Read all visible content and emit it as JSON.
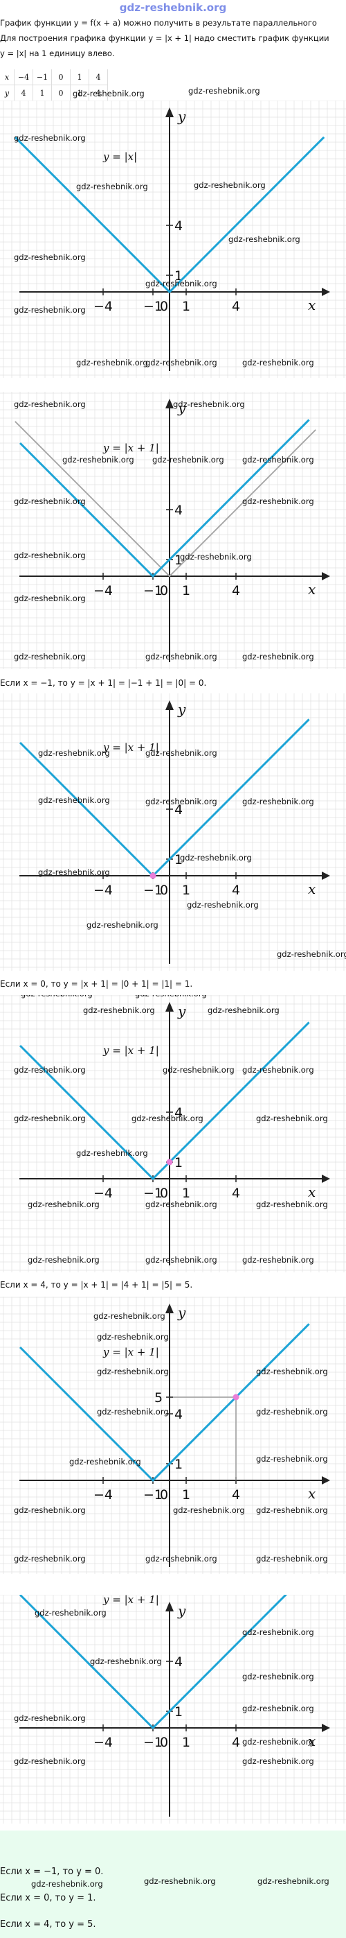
{
  "site": {
    "title": "gdz-reshebnik.org"
  },
  "intro": {
    "line1": "График функции y = f(x + a) можно получить в результате параллельного",
    "line2": "Для построения графика функции y = |x + 1| надо сместить график функции",
    "line3": "y = |x| на 1 единицу влево."
  },
  "table": {
    "row_x": [
      "x",
      "−4",
      "−1",
      "0",
      "1",
      "4"
    ],
    "row_y": [
      "y",
      "4",
      "1",
      "0",
      "1",
      "4"
    ]
  },
  "watermark": "gdz-reshebnik.org",
  "graphs": [
    {
      "func_label": "y = |x|"
    },
    {
      "func_label": "y = |x + 1|"
    },
    {
      "func_label": "y = |x + 1|"
    },
    {
      "func_label": "y = |x + 1|"
    },
    {
      "func_label": "y = |x + 1|"
    },
    {
      "func_label": "y = |x + 1|"
    }
  ],
  "axes": {
    "x_label": "x",
    "y_label": "y",
    "tick_neg4": "−4",
    "tick_neg1": "−1",
    "tick_0": "0",
    "tick_1": "1",
    "tick_4": "4",
    "ytick_1": "1",
    "ytick_4": "4",
    "ytick_5": "5"
  },
  "captions": {
    "c1": "Если x = −1, то y = |x + 1| = |−1 + 1| = |0| = 0.",
    "c2": "Если x = 0, то y = |x + 1| = |0 + 1| = |1| = 1.",
    "c3": "Если x = 4, то y = |x + 1| = |4 + 1| = |5| = 5."
  },
  "answer": {
    "a1": "Если x = −1, то y = 0.",
    "a2": "Если x = 0, то y = 1.",
    "a3": "Если x = 4, то y = 5."
  },
  "colors": {
    "grid": "#e3e3e3",
    "curve": "#1da4d6",
    "ghost": "#a9a9a9",
    "point": "#ea7fd8",
    "title": "#7e8ee8",
    "answer_bg": "#e8fcef"
  }
}
